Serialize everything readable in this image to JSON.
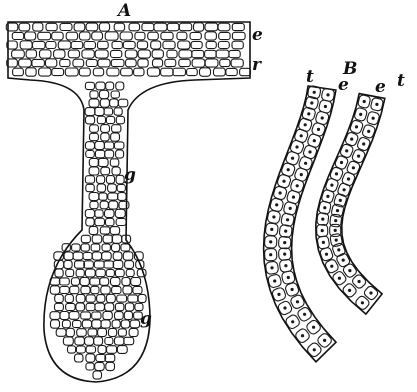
{
  "figure": {
    "panel_a": {
      "label": "A",
      "annotations": {
        "e": "e",
        "r": "r",
        "g_upper": "g",
        "g_lower": "g"
      }
    },
    "panel_b": {
      "label": "B",
      "annotations": {
        "t_left": "t",
        "e_left": "e",
        "e_right": "e",
        "t_right": "t"
      }
    }
  }
}
